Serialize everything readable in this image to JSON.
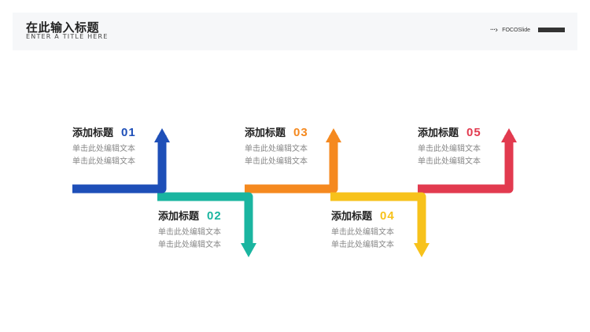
{
  "header": {
    "title": "在此输入标题",
    "subtitle": "ENTER A TITLE HERE",
    "brand": "FOCOSlide",
    "brand_icon": "dotted-arrow-icon"
  },
  "steps": [
    {
      "title": "添加标题",
      "number": "01",
      "line1": "单击此处编辑文本",
      "line2": "单击此处编辑文本",
      "color": "#1e4fb8"
    },
    {
      "title": "添加标题",
      "number": "02",
      "line1": "单击此处编辑文本",
      "line2": "单击此处编辑文本",
      "color": "#1ab5a0"
    },
    {
      "title": "添加标题",
      "number": "03",
      "line1": "单击此处编辑文本",
      "line2": "单击此处编辑文本",
      "color": "#f5891f"
    },
    {
      "title": "添加标题",
      "number": "04",
      "line1": "单击此处编辑文本",
      "line2": "单击此处编辑文本",
      "color": "#f7c21b"
    },
    {
      "title": "添加标题",
      "number": "05",
      "line1": "单击此处编辑文本",
      "line2": "单击此处编辑文本",
      "color": "#e23a4f"
    }
  ]
}
